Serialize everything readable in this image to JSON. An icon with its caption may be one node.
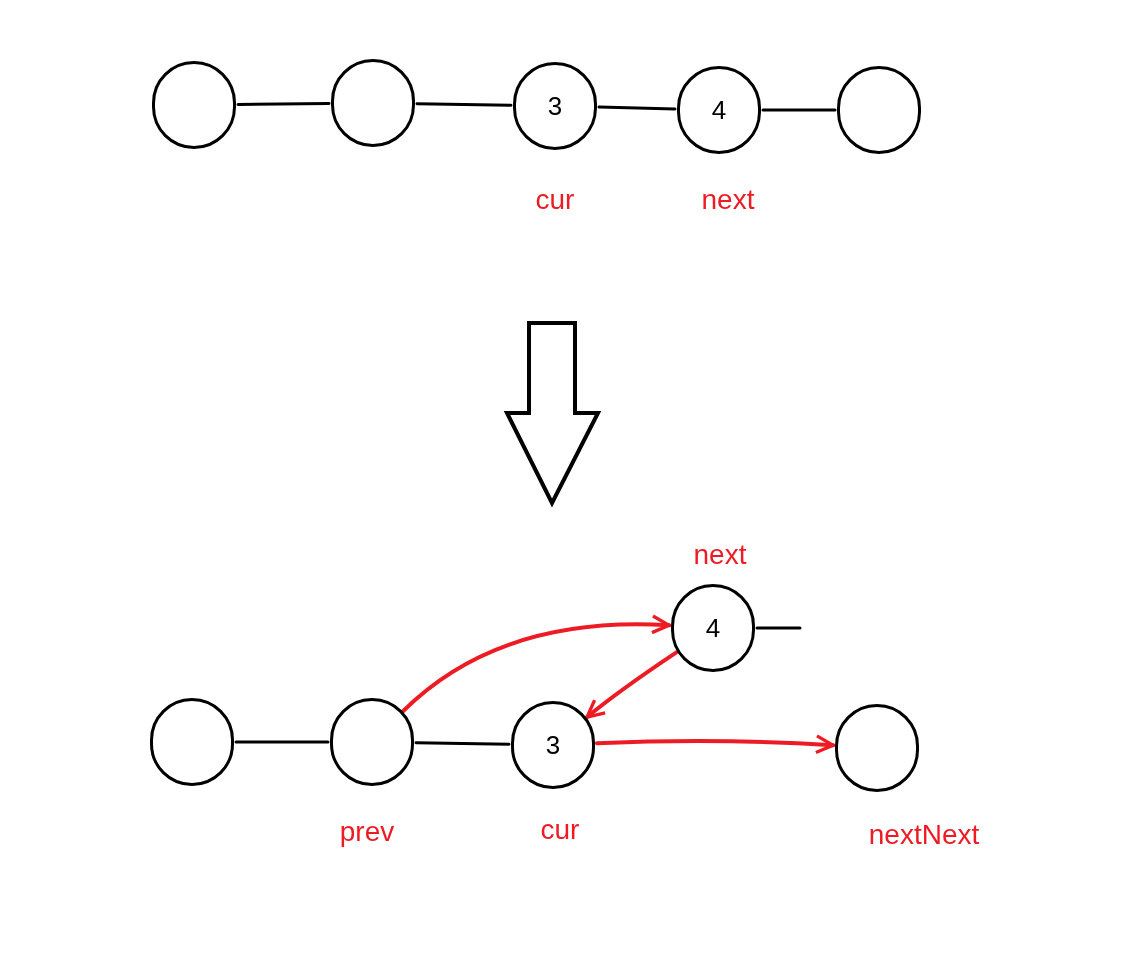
{
  "diagram": {
    "nodes": [
      {
        "text": [],
        "shape": "circle"
      },
      {
        "text": [],
        "shape": "circle"
      },
      {
        "text": [
          "3"
        ],
        "beside": [
          "cur"
        ]
      },
      {
        "text": [
          "4"
        ],
        "beside": [
          "next"
        ]
      },
      {
        "text": [],
        "shape": "circle"
      },
      {
        "text": [],
        "shape": "circle"
      },
      {
        "text": [],
        "shape": "circle",
        "beside": [
          "prev"
        ]
      },
      {
        "text": [
          "3"
        ],
        "beside": [
          "cur"
        ]
      },
      {
        "text": [
          "4"
        ],
        "beside": [
          "next"
        ]
      },
      {
        "text": [],
        "shape": "circle",
        "beside": [
          "nextNext"
        ]
      }
    ],
    "edges": [
      {
        "from": 0,
        "to": 1,
        "arrow": "none"
      },
      {
        "from": 1,
        "to": 2,
        "arrow": "none"
      },
      {
        "from": 2,
        "to": 3,
        "arrow": "none"
      },
      {
        "from": 3,
        "to": 4,
        "arrow": "none"
      },
      {
        "from": 5,
        "to": 6,
        "arrow": "none"
      },
      {
        "from": 6,
        "to": 7,
        "arrow": "none"
      },
      {
        "from": 8,
        "to": null,
        "arrow": "none"
      },
      {
        "from": 6,
        "to": 8,
        "arrow": "to",
        "color": "#ed1c24"
      },
      {
        "from": 8,
        "to": 7,
        "arrow": "to",
        "color": "#ed1c24"
      },
      {
        "from": 7,
        "to": 9,
        "arrow": "to",
        "color": "#ed1c24"
      }
    ]
  }
}
